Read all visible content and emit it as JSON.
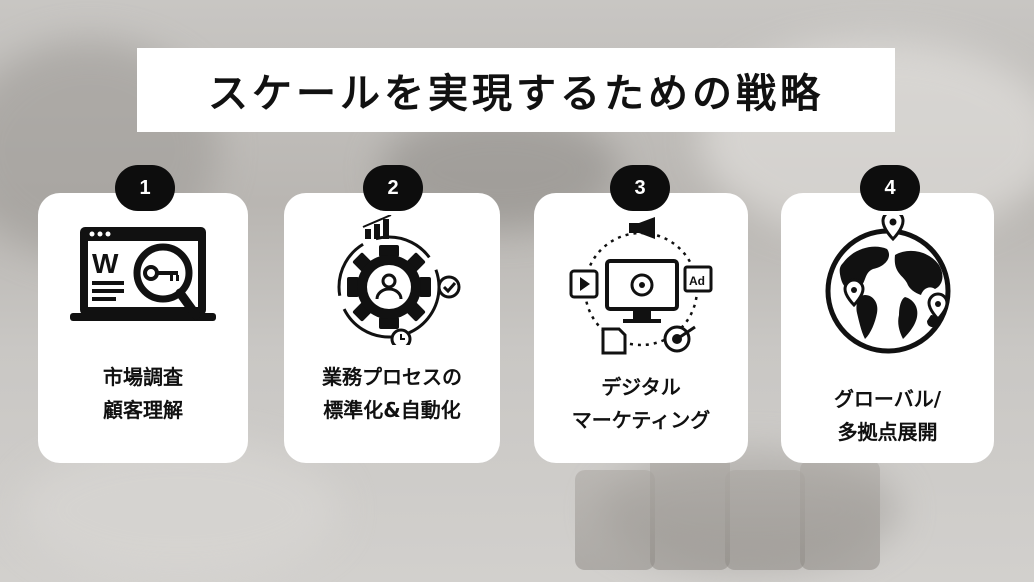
{
  "title": "スケールを実現するための戦略",
  "steps": [
    {
      "number": "1",
      "icon": "web-search-key-icon",
      "lines": [
        "市場調査",
        "顧客理解"
      ]
    },
    {
      "number": "2",
      "icon": "gear-process-cycle-icon",
      "lines": [
        "業務プロセスの",
        "標準化&自動化"
      ]
    },
    {
      "number": "3",
      "icon": "digital-marketing-monitor-icon",
      "lines": [
        "デジタル",
        "マーケティング"
      ]
    },
    {
      "number": "4",
      "icon": "globe-locations-icon",
      "lines": [
        "グローバル/",
        "多拠点展開"
      ]
    }
  ],
  "colors": {
    "badge": "#0d0d0d",
    "card": "#ffffff",
    "text": "#111111"
  }
}
